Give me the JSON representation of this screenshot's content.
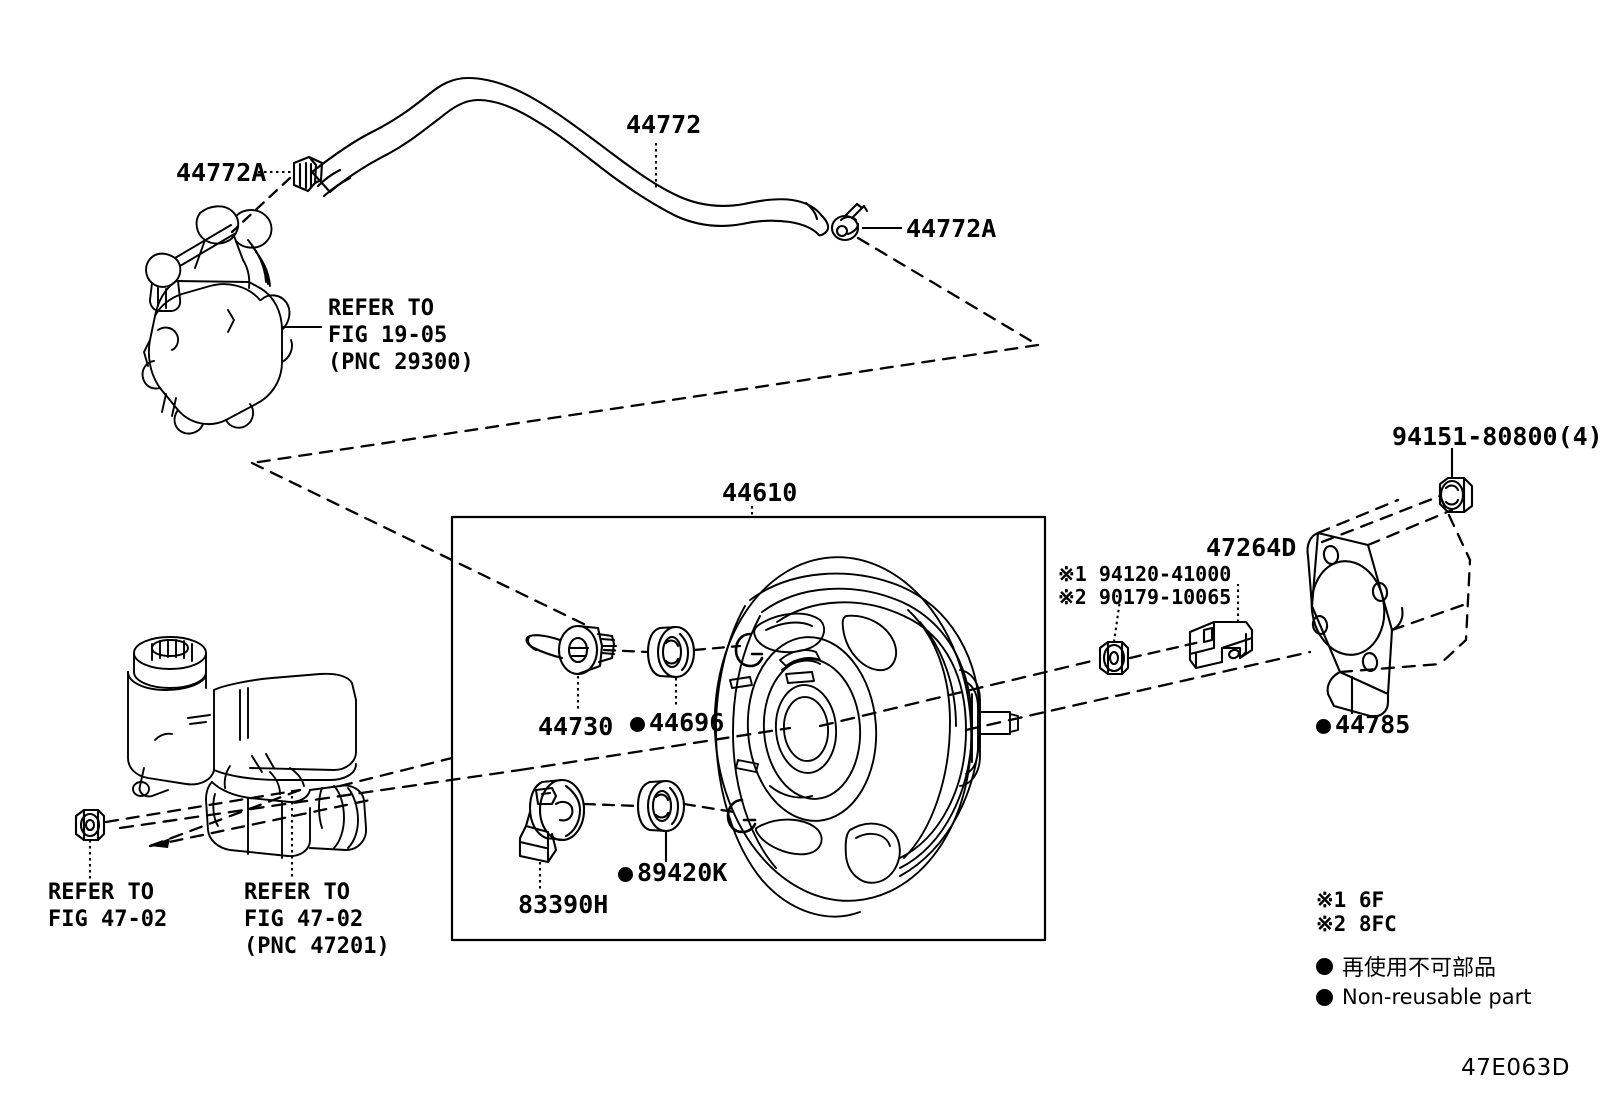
{
  "diagram": {
    "code": "47E063D",
    "group_box_label": "44610"
  },
  "labels": {
    "clamp_left": "44772A",
    "hose": "44772",
    "clamp_right": "44772A",
    "vacuum_pump_ref": "REFER TO\nFIG 19-05\n(PNC 29300)",
    "booster_assy": "44610",
    "valve": "44730",
    "grommet_upper": "44696",
    "switch": "83390H",
    "grommet_lower": "89420K",
    "nut_note_1": "※1 94120-41000",
    "nut_note_2": "※2 90179-10065",
    "bracket": "47264D",
    "gasket": "44785",
    "bolt_nut": "94151-80800(4)",
    "master_cyl_ref_left": "REFER TO\nFIG 47-02",
    "master_cyl_ref_right": "REFER TO\nFIG 47-02\n(PNC 47201)"
  },
  "legend": {
    "note1": "※1 6F",
    "note2": "※2 8FC",
    "nonreusable_jp": "再使用不可部品",
    "nonreusable_en": "Non-reusable part"
  },
  "colors": {
    "line": "#000000",
    "background": "#ffffff"
  }
}
